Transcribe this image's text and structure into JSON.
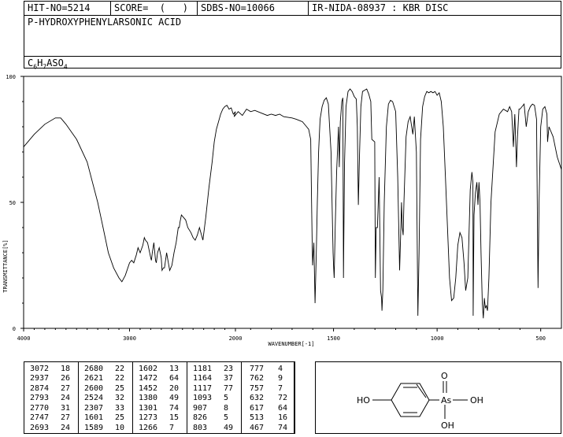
{
  "header": {
    "hit_no": "HIT-NO=5214",
    "score": "SCORE=  (   )",
    "sdbs_no": "SDBS-NO=10066",
    "method": "IR-NIDA-08937 : KBR DISC",
    "compound_name": "P-HYDROXYPHENYLARSONIC ACID",
    "formula": {
      "parts": [
        "C",
        "6",
        "H",
        "7",
        "ASO",
        "4"
      ]
    }
  },
  "chart_data": {
    "type": "line",
    "xlabel": "WAVENUMBER[-1]",
    "ylabel": "TRANSMITTANCE[%]",
    "xlim": [
      4000,
      400
    ],
    "ylim": [
      0,
      100
    ],
    "x_ticks": [
      "4000",
      "3000",
      "2000",
      "1500",
      "1000",
      "500"
    ],
    "x_tick_values": [
      4000,
      3000,
      2000,
      1500,
      1000,
      500
    ],
    "y_ticks": [
      "0",
      "50",
      "100"
    ],
    "y_tick_values": [
      0,
      50,
      100
    ],
    "series": [
      {
        "color": "#000000",
        "points": [
          [
            4000,
            72
          ],
          [
            3900,
            77
          ],
          [
            3800,
            81
          ],
          [
            3700,
            83.5
          ],
          [
            3650,
            83.5
          ],
          [
            3600,
            81
          ],
          [
            3500,
            75
          ],
          [
            3400,
            66
          ],
          [
            3300,
            50
          ],
          [
            3250,
            40
          ],
          [
            3200,
            30
          ],
          [
            3150,
            24
          ],
          [
            3100,
            20
          ],
          [
            3072,
            18.5
          ],
          [
            3040,
            21
          ],
          [
            3000,
            26
          ],
          [
            2980,
            27
          ],
          [
            2960,
            26
          ],
          [
            2937,
            29
          ],
          [
            2920,
            32
          ],
          [
            2900,
            30
          ],
          [
            2874,
            33
          ],
          [
            2860,
            36
          ],
          [
            2850,
            35
          ],
          [
            2830,
            34
          ],
          [
            2800,
            28
          ],
          [
            2793,
            27
          ],
          [
            2785,
            30
          ],
          [
            2770,
            34
          ],
          [
            2755,
            27
          ],
          [
            2747,
            26
          ],
          [
            2735,
            30
          ],
          [
            2720,
            32
          ],
          [
            2700,
            28
          ],
          [
            2693,
            23
          ],
          [
            2680,
            24
          ],
          [
            2670,
            24
          ],
          [
            2650,
            30
          ],
          [
            2621,
            23
          ],
          [
            2600,
            25
          ],
          [
            2580,
            30
          ],
          [
            2560,
            34
          ],
          [
            2540,
            40
          ],
          [
            2530,
            40
          ],
          [
            2524,
            42
          ],
          [
            2510,
            45
          ],
          [
            2490,
            44
          ],
          [
            2470,
            43
          ],
          [
            2450,
            40
          ],
          [
            2420,
            38
          ],
          [
            2400,
            36
          ],
          [
            2380,
            35
          ],
          [
            2360,
            37
          ],
          [
            2340,
            40
          ],
          [
            2307,
            35
          ],
          [
            2280,
            44
          ],
          [
            2250,
            56
          ],
          [
            2220,
            66
          ],
          [
            2200,
            74
          ],
          [
            2180,
            79
          ],
          [
            2160,
            82
          ],
          [
            2140,
            85
          ],
          [
            2120,
            87
          ],
          [
            2100,
            88
          ],
          [
            2080,
            88.5
          ],
          [
            2060,
            87
          ],
          [
            2040,
            87.5
          ],
          [
            2020,
            85
          ],
          [
            2000,
            86
          ],
          [
            1980,
            84
          ],
          [
            1960,
            86
          ],
          [
            1940,
            84.5
          ],
          [
            1920,
            87
          ],
          [
            1900,
            86
          ],
          [
            1880,
            86.5
          ],
          [
            1850,
            85.5
          ],
          [
            1820,
            84.5
          ],
          [
            1800,
            85
          ],
          [
            1780,
            84.5
          ],
          [
            1760,
            85
          ],
          [
            1740,
            84
          ],
          [
            1700,
            83.5
          ],
          [
            1680,
            83
          ],
          [
            1650,
            82
          ],
          [
            1630,
            80
          ],
          [
            1620,
            79
          ],
          [
            1610,
            75
          ],
          [
            1606,
            50
          ],
          [
            1603,
            33
          ],
          [
            1602,
            30
          ],
          [
            1601,
            25
          ],
          [
            1598,
            30
          ],
          [
            1595,
            34
          ],
          [
            1589,
            10
          ],
          [
            1583,
            30
          ],
          [
            1578,
            50
          ],
          [
            1572,
            70
          ],
          [
            1565,
            83
          ],
          [
            1555,
            88
          ],
          [
            1545,
            90.5
          ],
          [
            1535,
            91.5
          ],
          [
            1525,
            89
          ],
          [
            1512,
            70
          ],
          [
            1502,
            30
          ],
          [
            1500,
            25
          ],
          [
            1497,
            20
          ],
          [
            1492,
            40
          ],
          [
            1485,
            62
          ],
          [
            1476,
            80
          ],
          [
            1472,
            64
          ],
          [
            1467,
            82
          ],
          [
            1460,
            90
          ],
          [
            1455,
            91.5
          ],
          [
            1452,
            20
          ],
          [
            1447,
            65
          ],
          [
            1440,
            88
          ],
          [
            1430,
            94
          ],
          [
            1420,
            95
          ],
          [
            1410,
            94
          ],
          [
            1400,
            92
          ],
          [
            1390,
            91
          ],
          [
            1385,
            80
          ],
          [
            1380,
            49
          ],
          [
            1375,
            68
          ],
          [
            1368,
            88
          ],
          [
            1360,
            94
          ],
          [
            1350,
            94.5
          ],
          [
            1340,
            95
          ],
          [
            1330,
            93
          ],
          [
            1320,
            90
          ],
          [
            1315,
            75
          ],
          [
            1301,
            74
          ],
          [
            1298,
            20
          ],
          [
            1294,
            40
          ],
          [
            1288,
            40
          ],
          [
            1280,
            60
          ],
          [
            1273,
            15
          ],
          [
            1268,
            12
          ],
          [
            1266,
            7
          ],
          [
            1262,
            15
          ],
          [
            1255,
            50
          ],
          [
            1245,
            80
          ],
          [
            1235,
            89
          ],
          [
            1225,
            90.5
          ],
          [
            1215,
            90
          ],
          [
            1200,
            86
          ],
          [
            1190,
            60
          ],
          [
            1181,
            23
          ],
          [
            1175,
            40
          ],
          [
            1172,
            50
          ],
          [
            1168,
            40
          ],
          [
            1164,
            37
          ],
          [
            1160,
            50
          ],
          [
            1150,
            76
          ],
          [
            1140,
            82
          ],
          [
            1130,
            84
          ],
          [
            1117,
            77
          ],
          [
            1110,
            84
          ],
          [
            1100,
            70
          ],
          [
            1093,
            5
          ],
          [
            1087,
            30
          ],
          [
            1080,
            75
          ],
          [
            1070,
            88
          ],
          [
            1060,
            92
          ],
          [
            1050,
            94
          ],
          [
            1040,
            93.5
          ],
          [
            1030,
            94
          ],
          [
            1020,
            93.5
          ],
          [
            1010,
            94
          ],
          [
            1000,
            92.5
          ],
          [
            990,
            93.5
          ],
          [
            980,
            90
          ],
          [
            970,
            80
          ],
          [
            960,
            60
          ],
          [
            950,
            40
          ],
          [
            940,
            20
          ],
          [
            930,
            11
          ],
          [
            920,
            12
          ],
          [
            910,
            20
          ],
          [
            900,
            33
          ],
          [
            890,
            38
          ],
          [
            880,
            36
          ],
          [
            870,
            26
          ],
          [
            862,
            15
          ],
          [
            852,
            20
          ],
          [
            840,
            55
          ],
          [
            832,
            62
          ],
          [
            827,
            58
          ],
          [
            826,
            5
          ],
          [
            822,
            45
          ],
          [
            815,
            54
          ],
          [
            808,
            58
          ],
          [
            803,
            49
          ],
          [
            798,
            58
          ],
          [
            793,
            50
          ],
          [
            788,
            30
          ],
          [
            782,
            10
          ],
          [
            777,
            4
          ],
          [
            772,
            12
          ],
          [
            767,
            8
          ],
          [
            762,
            9
          ],
          [
            757,
            7
          ],
          [
            750,
            20
          ],
          [
            740,
            50
          ],
          [
            720,
            78
          ],
          [
            700,
            85
          ],
          [
            680,
            87
          ],
          [
            660,
            86
          ],
          [
            650,
            88
          ],
          [
            640,
            86
          ],
          [
            632,
            72
          ],
          [
            625,
            85
          ],
          [
            617,
            64
          ],
          [
            612,
            76
          ],
          [
            605,
            87
          ],
          [
            600,
            87
          ],
          [
            590,
            88
          ],
          [
            580,
            89
          ],
          [
            570,
            80
          ],
          [
            560,
            86
          ],
          [
            550,
            88
          ],
          [
            540,
            89
          ],
          [
            530,
            88.5
          ],
          [
            520,
            83
          ],
          [
            513,
            16
          ],
          [
            508,
            50
          ],
          [
            500,
            80
          ],
          [
            490,
            87
          ],
          [
            480,
            88
          ],
          [
            470,
            85
          ],
          [
            467,
            74
          ],
          [
            460,
            80
          ],
          [
            440,
            76
          ],
          [
            420,
            68
          ],
          [
            400,
            63
          ]
        ]
      }
    ]
  },
  "peak_table": {
    "columns": [
      {
        "wavenumbers": [
          "3072",
          "2937",
          "2874",
          "2793",
          "2770",
          "2747",
          "2693"
        ],
        "transmittance": [
          "18",
          "26",
          "27",
          "24",
          "31",
          "27",
          "24"
        ]
      },
      {
        "wavenumbers": [
          "2680",
          "2621",
          "2600",
          "2524",
          "2307",
          "1601",
          "1589"
        ],
        "transmittance": [
          "22",
          "22",
          "25",
          "32",
          "33",
          "25",
          "10"
        ]
      },
      {
        "wavenumbers": [
          "1602",
          "1472",
          "1452",
          "1380",
          "1301",
          "1273",
          "1266"
        ],
        "transmittance": [
          "13",
          "64",
          "20",
          "49",
          "74",
          "15",
          "7"
        ]
      },
      {
        "wavenumbers": [
          "1181",
          "1164",
          "1117",
          "1093",
          "907",
          "826",
          "803"
        ],
        "transmittance": [
          "23",
          "37",
          "77",
          "5",
          "8",
          "5",
          "49"
        ]
      },
      {
        "wavenumbers": [
          "777",
          "762",
          "757",
          "632",
          "617",
          "513",
          "467"
        ],
        "transmittance": [
          "4",
          "9",
          "7",
          "72",
          "64",
          "16",
          "74"
        ]
      }
    ]
  },
  "structure": {
    "ho_label": "HO",
    "as_label": "As",
    "o_label": "O",
    "oh_right_label": "OH",
    "oh_bottom_label": "OH"
  }
}
